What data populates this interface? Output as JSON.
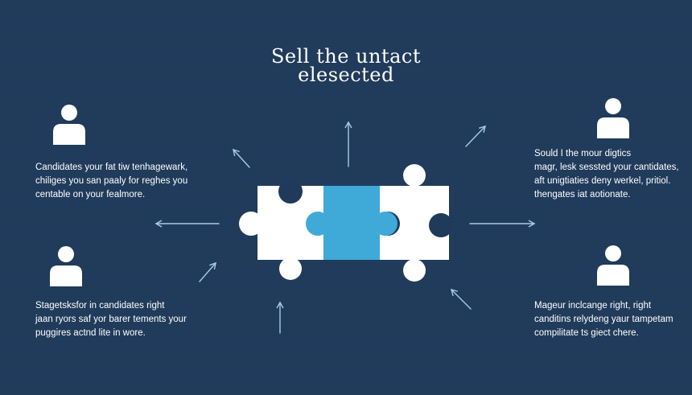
{
  "title": {
    "line1": "Sell the untact",
    "line2": "elesected"
  },
  "colors": {
    "background": "#1f3a5a",
    "accent": "#3fa9d8",
    "arrow": "#a8cde6",
    "piece": "#ffffff"
  },
  "icons": [
    "person-icon",
    "arrow-icon",
    "puzzle-piece-icon"
  ],
  "blocks": {
    "top_left": {
      "line1": "Candidates your fat tiw tenhagewark,",
      "line2": "chiliges you san paaly for reghes you",
      "line3": "centable on your fealmore."
    },
    "bottom_left": {
      "line1": "Stagetsksfor in candidates right",
      "line2": "jaan ryors saf yor barer tements your",
      "line3": "puggires actnd lite in wore."
    },
    "top_right": {
      "line1": "Sould I the mour digtics",
      "line2": "magr, lesk sessted your cantidates,",
      "line3": "aft unigtiaties deny werkel, pritiol.",
      "line4": "thengates iat aotionate."
    },
    "bottom_right": {
      "line1": "Mageur inclcange right, right",
      "line2": "canditins relydeng yaur tampetam",
      "line3": "compilitate ts giect chere."
    }
  }
}
